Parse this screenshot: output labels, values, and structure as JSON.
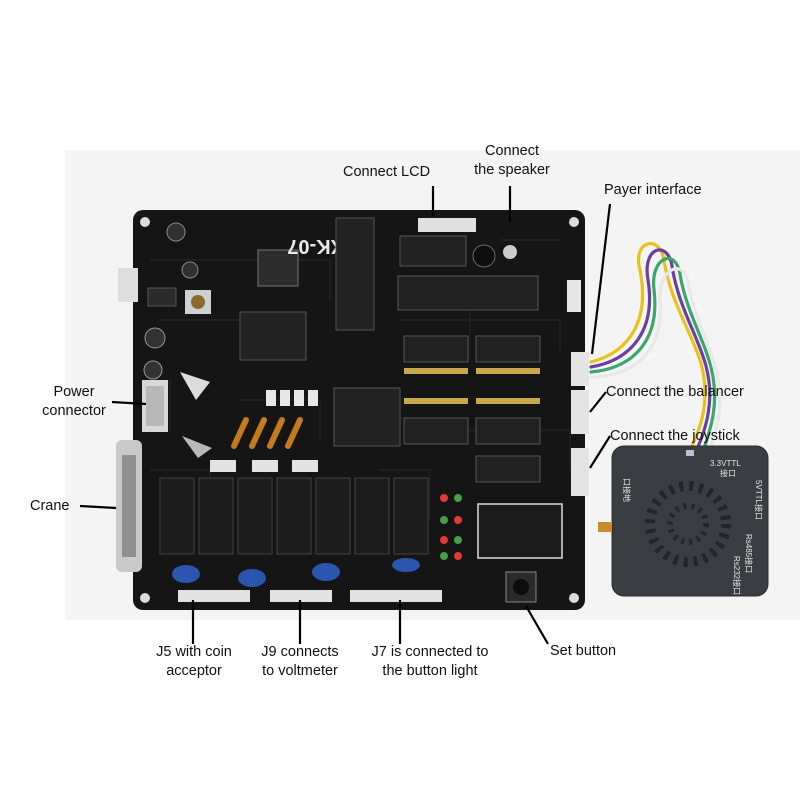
{
  "labels": {
    "connect_lcd": "Connect LCD",
    "connect_speaker": [
      "Connect",
      "the speaker"
    ],
    "payer_interface": "Payer interface",
    "power_connector": [
      "Power",
      "connector"
    ],
    "crane": "Crane",
    "connect_balancer": "Connect the balancer",
    "connect_joystick": "Connect the joystick",
    "j5": [
      "J5 with coin",
      "acceptor"
    ],
    "j9": [
      "J9 connects",
      "to voltmeter"
    ],
    "j7": [
      "J7 is connected to",
      "the button light"
    ],
    "set_button": "Set button"
  },
  "board_text": {
    "model": "XK-07",
    "module_top": "3.3VTTL",
    "module_top2": "接口",
    "module_side1": "5VTTL接口",
    "module_side2": "Rs485接口",
    "module_side3": "Rs232接口",
    "module_left": "口接地"
  },
  "colors": {
    "pcb": "#141414",
    "module": "#3a3d42",
    "wire_yellow": "#e8c21a",
    "wire_purple": "#6a3fa0",
    "wire_green": "#3aa66a",
    "wire_white": "#e8e8e8",
    "relay": "#1b1b1b",
    "capacitor_blue": "#2a56b0"
  }
}
